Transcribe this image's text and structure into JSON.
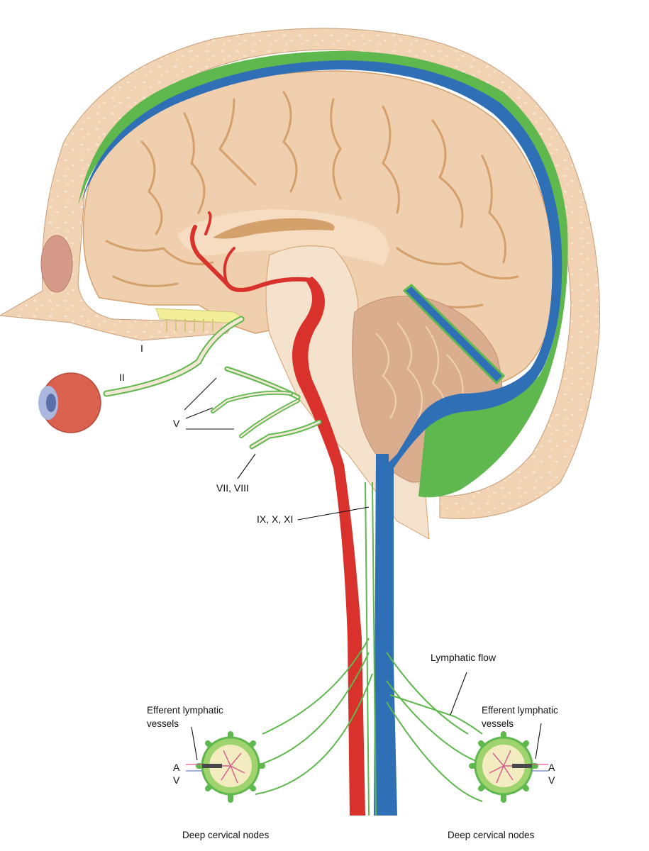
{
  "labels": {
    "nerve_i": "I",
    "nerve_ii": "II",
    "nerve_v": "V",
    "nerve_vii_viii": "VII, VIII",
    "nerve_ix_x_xi": "IX, X, XI",
    "lymphatic_flow": "Lymphatic flow",
    "efferent_left_line1": "Efferent lymphatic",
    "efferent_left_line2": "vessels",
    "efferent_right_line1": "Efferent lymphatic",
    "efferent_right_line2": "vessels",
    "artery_left": "A",
    "vein_left": "V",
    "artery_right": "A",
    "vein_right": "V",
    "nodes_left": "Deep cervical nodes",
    "nodes_right": "Deep cervical nodes"
  },
  "colors": {
    "skull": "#f1d3b3",
    "brain": "#efcfae",
    "sulci": "#d4a06c",
    "venous_sinus": "#2f6fb6",
    "meninges_lymph": "#5eb84d",
    "artery": "#d9322d",
    "nerve_fill": "#f4e7d6",
    "olfactory": "#f2ee9a",
    "cerebellum": "#d9ad8e",
    "eye": "#d9614e"
  }
}
